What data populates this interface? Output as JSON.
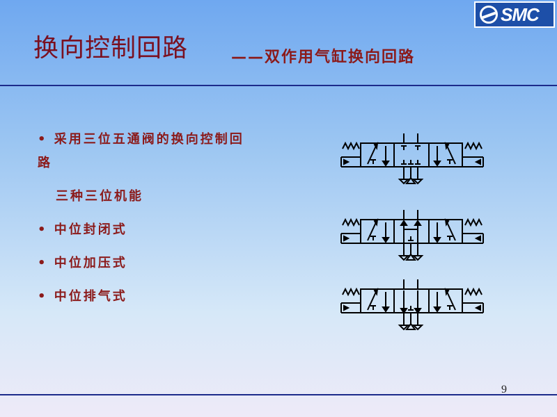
{
  "title": "换向控制回路",
  "subtitle": "——双作用气缸换向回路",
  "logo": {
    "text": "SMC"
  },
  "content": {
    "line1": "•  采用三位五通阀的换向控制回",
    "line1b": "路",
    "line2": "三种三位机能",
    "bullets": [
      {
        "marker": "•",
        "text": "中位封闭式"
      },
      {
        "marker": "•",
        "text": "中位加压式"
      },
      {
        "marker": "•",
        "text": "中位排气式"
      }
    ]
  },
  "page_number": "9",
  "colors": {
    "title": "#7a1020",
    "text": "#8b1a1a",
    "rule": "#1c2a8a"
  },
  "diagrams": [
    {
      "name": "valve-closed-center",
      "symbol": "three-position five-way valve, closed center"
    },
    {
      "name": "valve-pressure-center",
      "symbol": "three-position five-way valve, pressure center"
    },
    {
      "name": "valve-exhaust-center",
      "symbol": "three-position five-way valve, exhaust center"
    }
  ]
}
